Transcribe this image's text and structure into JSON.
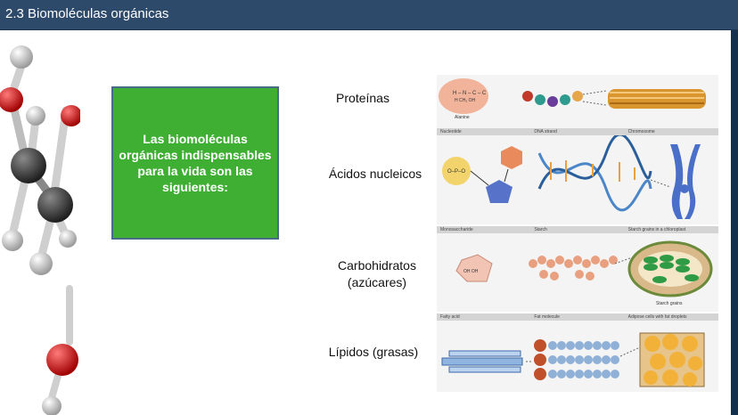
{
  "header": {
    "title": "2.3 Biomoléculas orgánicas"
  },
  "intro_box": {
    "text": "Las biomoléculas orgánicas indispensables para la vida son las siguientes:"
  },
  "categories": [
    {
      "label": "Proteínas"
    },
    {
      "label": "Ácidos nucleicos"
    },
    {
      "label_line1": "Carbohidratos",
      "label_line2": "(azúcares)"
    },
    {
      "label": "Lípidos (grasas)"
    }
  ],
  "figure": {
    "protein": {
      "alanine": "Alanine"
    },
    "nucleic_captions": [
      "Nucleotide",
      "DNA strand",
      "Chromosome"
    ],
    "carb_captions": [
      "Monosaccharide",
      "Starch",
      "Starch grains in a chloroplast"
    ],
    "carb_inner": {
      "starch_grains": "Starch grains"
    },
    "lipid_captions": [
      "Fatty acid",
      "Fat molecule",
      "Adipose cells with fat droplets"
    ]
  },
  "colors": {
    "header_bg": "#2e4a6b",
    "box_green": "#3faf33",
    "box_border": "#4a6a8a"
  }
}
